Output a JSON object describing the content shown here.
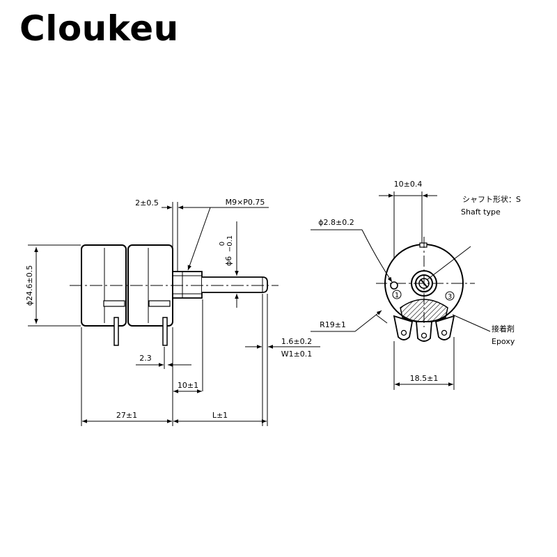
{
  "brand": {
    "name": "Cloukeu"
  },
  "side_view": {
    "dim_top": "2±0.5",
    "thread": "M9×P0.75",
    "shaft_dia_label": "ϕ6",
    "shaft_dia_tol_upper": "0",
    "shaft_dia_tol_lower": "−0.1",
    "body_dia": "ϕ24.6±0.5",
    "dim_1_6": "1.6±0.2",
    "dim_w1": "W1±0.1",
    "dim_2_3": "2.3",
    "dim_10": "10±1",
    "dim_27": "27±1",
    "dim_l": "L±1"
  },
  "front_view": {
    "dim_top": "10±0.4",
    "shaft_type_jp": "シャフト形状：S",
    "shaft_type_en": "Shaft type",
    "hole_dia": "ϕ2.8±0.2",
    "radius": "R19±1",
    "adhesive_jp": "接着剤",
    "adhesive_en": "Epoxy",
    "pin_spacing": "18.5±1",
    "terminal_1": "1",
    "terminal_3": "3"
  },
  "colors": {
    "line": "#000000",
    "background": "#ffffff"
  }
}
